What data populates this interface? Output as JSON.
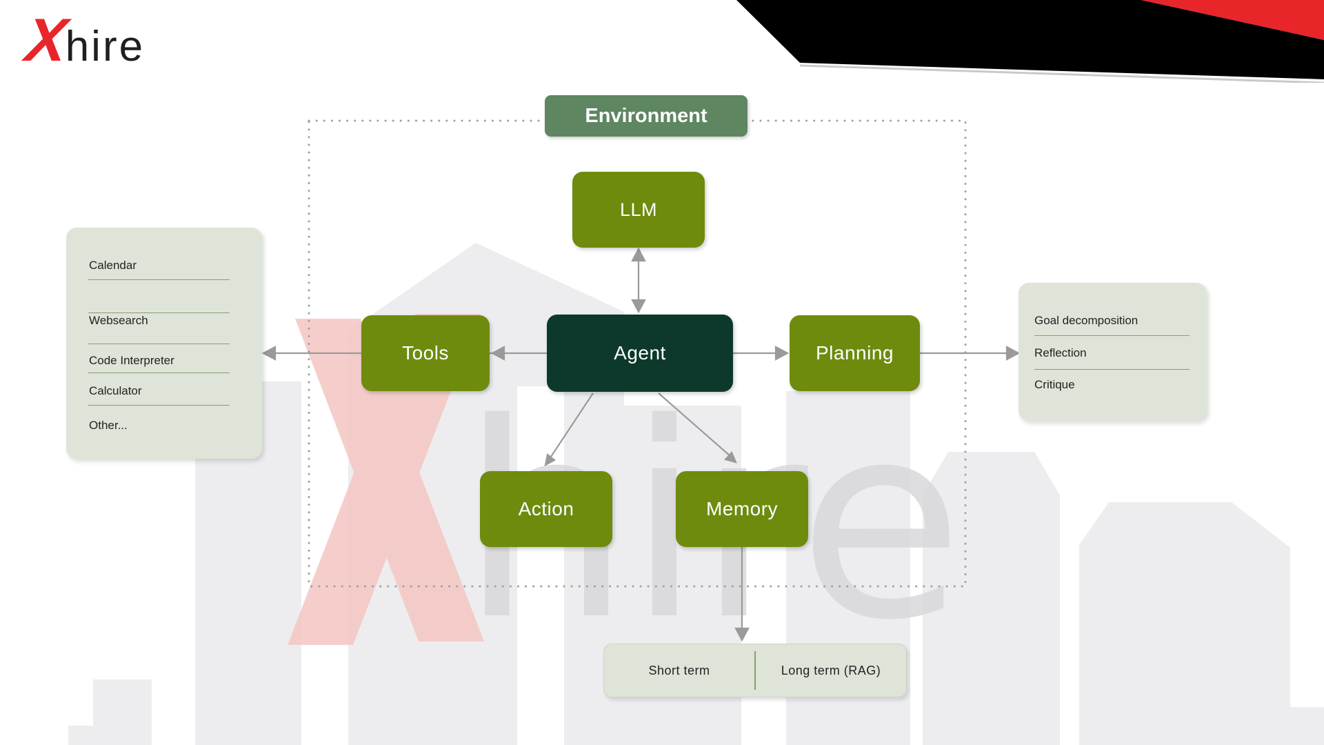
{
  "logo": {
    "x": "X",
    "rest": "hire"
  },
  "environment_label": "Environment",
  "nodes": {
    "llm": "LLM",
    "agent": "Agent",
    "tools": "Tools",
    "planning": "Planning",
    "action": "Action",
    "memory": "Memory"
  },
  "tools_panel": {
    "items": [
      "Calendar",
      "Websearch",
      "Code Interpreter",
      "Calculator",
      "Other..."
    ]
  },
  "planning_panel": {
    "items": [
      "Goal decomposition",
      "Reflection",
      "Critique"
    ]
  },
  "memory_panel": {
    "short_label": "Short term",
    "long_label": "Long term  (RAG)"
  },
  "watermark": {
    "text": "hire"
  },
  "colors": {
    "olive_node": "#6e8b0e",
    "agent_node": "#0c392b",
    "environment_pill": "#5d8661",
    "panel_bg": "#dfe4d8",
    "panel_line": "#8c9c6b",
    "arrow": "#9a9a9a",
    "dotted_border": "#9aa49b",
    "logo_red": "#e8262a",
    "banner_black": "#000000",
    "banner_red": "#e8262a",
    "skyline_gray": "#ededef",
    "watermark_pink": "#f4c9c7",
    "watermark_gray": "#d9d9db"
  }
}
